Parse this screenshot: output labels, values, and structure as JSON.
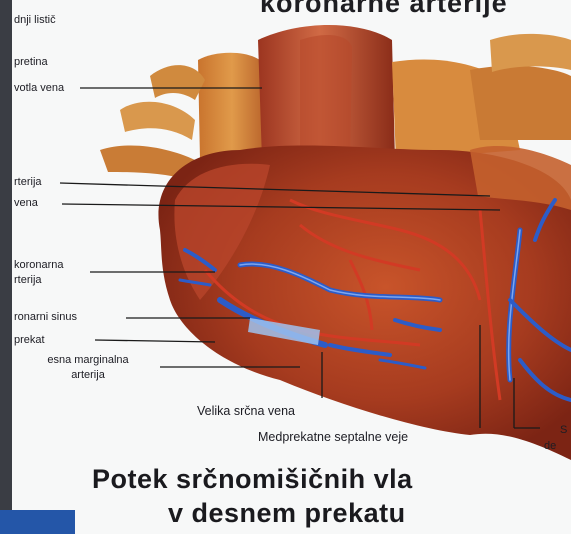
{
  "poster": {
    "top_title": "koronarne arterije",
    "labels": {
      "l1": "dnji listič",
      "l2": "pretina",
      "l3": "votla vena",
      "l4": "rterija",
      "l5": "vena",
      "l6a": "koronarna",
      "l6b": "rterija",
      "l7": "ronarni sinus",
      "l8": "prekat",
      "l9a": "esna marginalna",
      "l9b": "arterija",
      "l10": "Velika srčna vena",
      "l11": "Medprekatne septalne veje",
      "l12a": "S",
      "l12b": "de"
    },
    "title_line1": "Potek srčnomišičnih vla",
    "title_line2": "v desnem prekatu"
  }
}
